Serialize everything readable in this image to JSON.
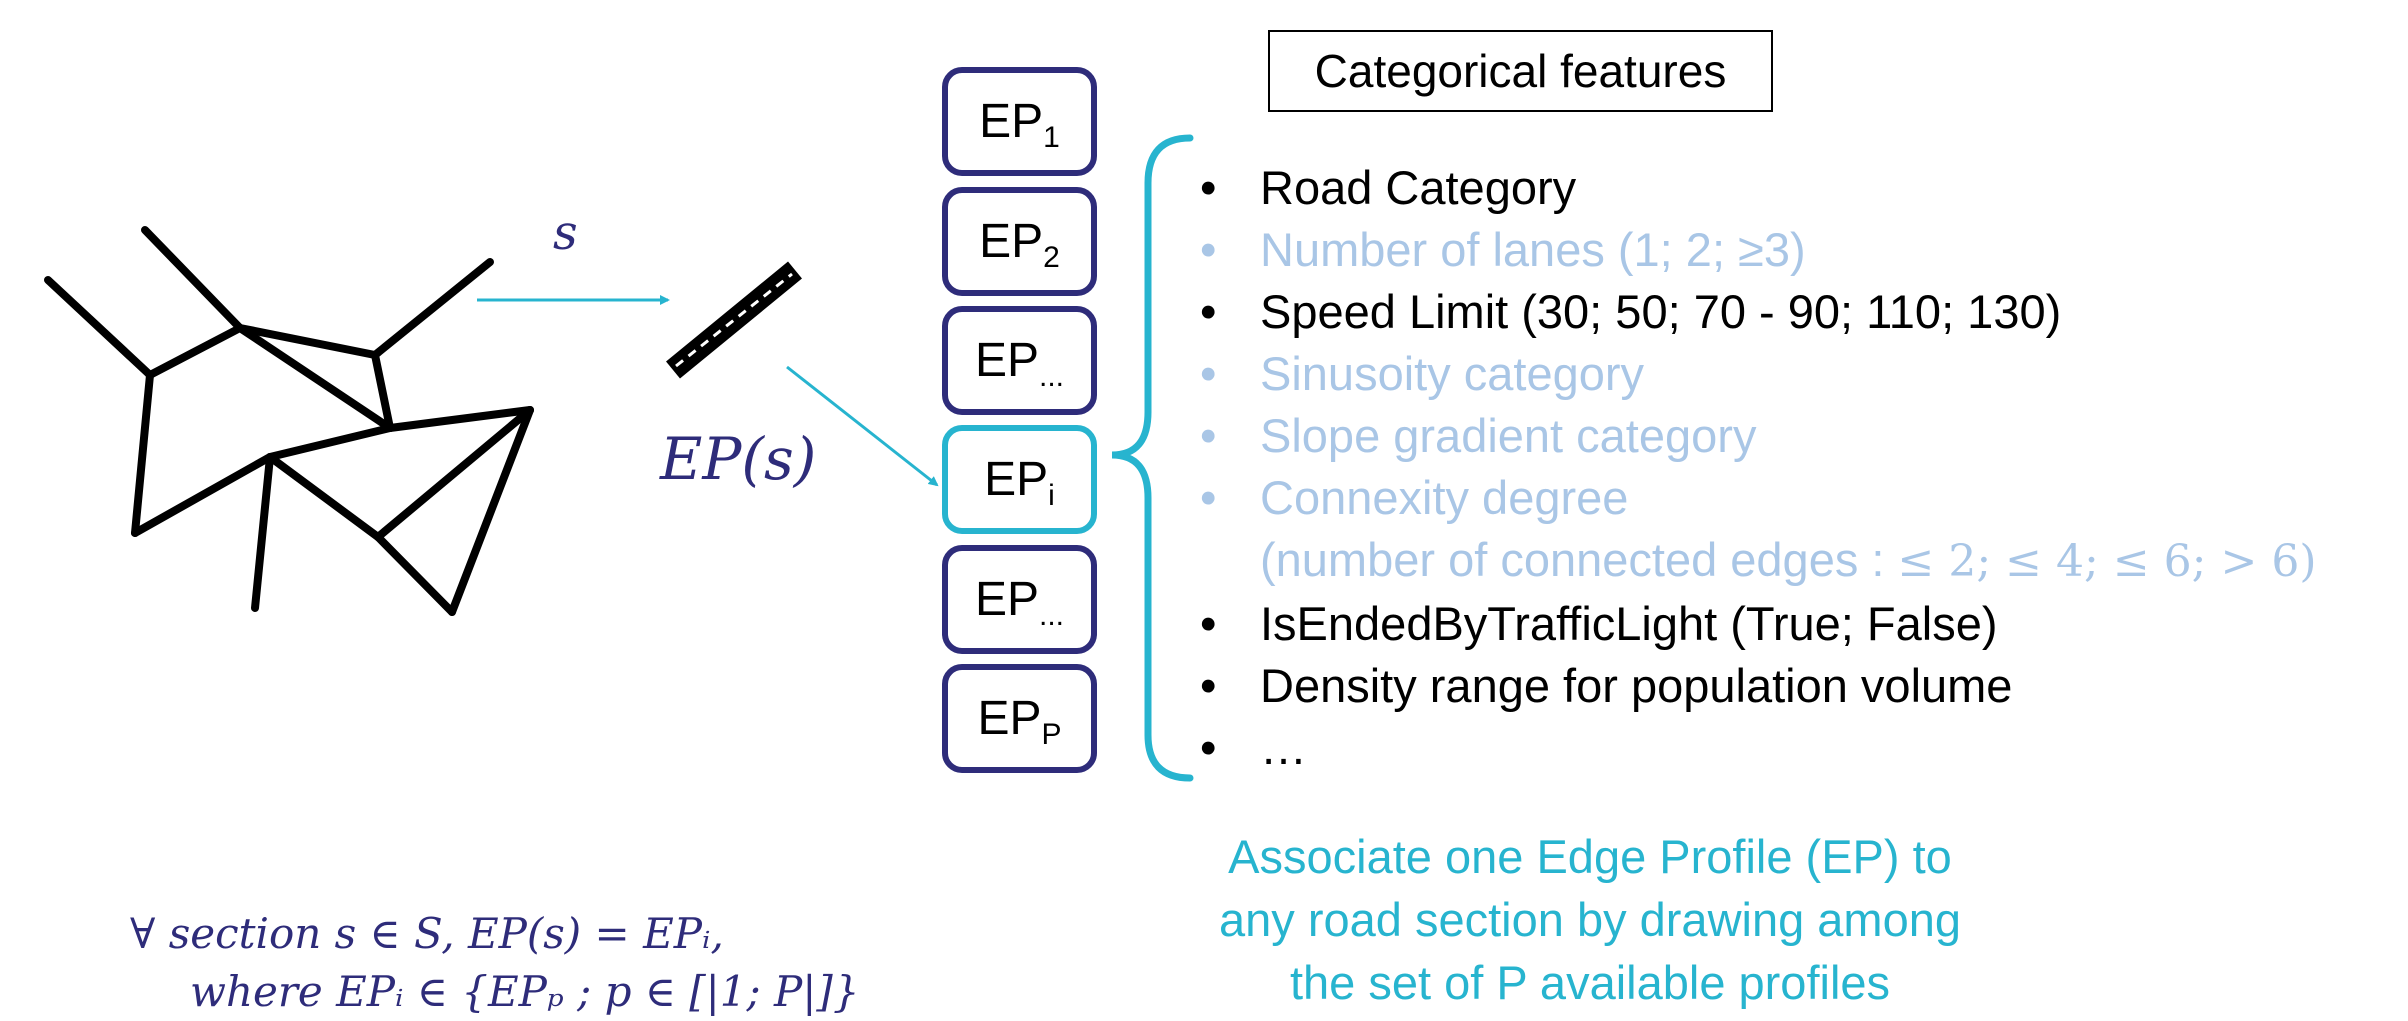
{
  "labels": {
    "section": "s",
    "edge_profile_of_s": "EP(s)"
  },
  "profiles": [
    {
      "base": "EP",
      "sub": "1"
    },
    {
      "base": "EP",
      "sub": "2"
    },
    {
      "base": "EP",
      "sub": "..."
    },
    {
      "base": "EP",
      "sub": "i"
    },
    {
      "base": "EP",
      "sub": "..."
    },
    {
      "base": "EP",
      "sub": "P"
    }
  ],
  "features_title": "Categorical features",
  "features": [
    {
      "text": "Road Category",
      "active": true
    },
    {
      "text": "Number of lanes (1; 2; ≥3)",
      "active": false
    },
    {
      "text": "Speed Limit  (30; 50; 70 - 90; 110; 130)",
      "active": true
    },
    {
      "text": "Sinusoity category",
      "active": false
    },
    {
      "text": "Slope gradient category",
      "active": false
    },
    {
      "text": "Connexity degree",
      "text2": "(number of connected edges : ",
      "text2_math": "≤ 2; ≤ 4; ≤ 6; > 6)",
      "active": false
    },
    {
      "text": "IsEndedByTrafficLight (True; False)",
      "active": true
    },
    {
      "text": "Density range for population volume",
      "active": true
    },
    {
      "text": "…",
      "active": true
    }
  ],
  "caption": "Associate one Edge Profile (EP) to any road section by drawing among the set of P available profiles",
  "formula": {
    "line1": "∀ section s ∈ S,        EP(s) =  EPᵢ,",
    "line2": "where EPᵢ ∈ {EPₚ ; p ∈ [|1; P|]}"
  },
  "colors": {
    "navy": "#2e2c7a",
    "accent": "#27b4cf",
    "inactive": "#a9c6e6"
  }
}
